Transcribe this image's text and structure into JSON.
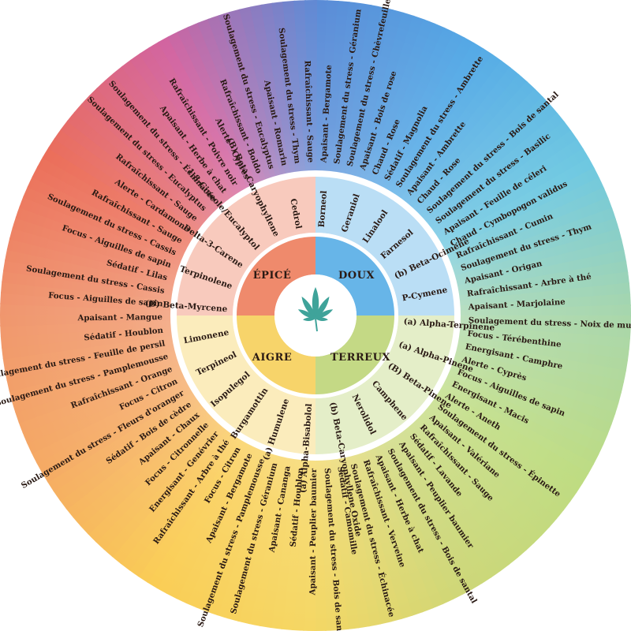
{
  "quadrants": {
    "epice": "ÉPICÉ",
    "doux": "DOUX",
    "aigre": "AIGRE",
    "terreux": "TERREUX"
  },
  "colors": {
    "epice": "#ef8a6c",
    "doux": "#67b5e8",
    "aigre": "#f7d46a",
    "terreux": "#c4d985",
    "leaf": "#3fa39a",
    "text": "#2a1a14"
  },
  "center_icon": "cannabis-leaf-icon",
  "terpenes": [
    "Borneol",
    "Geraniol",
    "Linalool",
    "Farnesol",
    "(b) Beta-Ocimene",
    "P-Cymene",
    "(a) Alpha-Terpinene",
    "(a) Alpha-Pinene",
    "(B) Beta-Pinene",
    "Camphene",
    "Nerolidol",
    "(b) Beta-Caryophyllene Oxide",
    "(a) Alpha-Bisabolol",
    "(a) Humulene",
    "Burgamottin",
    "Isopulegol",
    "Terpineol",
    "Limonene",
    "(B) Beta-Myrcene",
    "Terpinolene",
    "Delta-3-Carene",
    "1,8-Cineole/Eucalyptol",
    "(B) Beta-Caryophyllene",
    "Cedrol"
  ],
  "effects": [
    "Soulagement du stress - Géranium",
    "Soulagement du stress - Chèvrefeuille",
    "Apaisant - Bois de rose",
    "Chaud - Rose",
    "Sédatif - Magnolia",
    "Soulagement du stress - Ambrette",
    "Apaisant - Ambrette",
    "Chaud - Rose",
    "Soulagement du stress - Bois de santal",
    "Soulagement du stress - Basilic",
    "Apaisant - Feuille de céleri",
    "Chaud - Cymbopogon validus",
    "Rafraîchissant - Cumin",
    "Soulagement du stress - Thym",
    "Apaisant - Origan",
    "Rafraîchissant - Arbre à thé",
    "Apaisant - Marjolaine",
    "Soulagement du stress - Noix de muscade",
    "Focus - Térébenthine",
    "Energisant - Camphre",
    "Alerte - Cyprès",
    "Focus - Aiguilles de sapin",
    "Energisant - Macis",
    "Alerte - Aneth",
    "Soulagement du stress - Épinette",
    "Apaisant - Valériane",
    "Rafraîchissant - Sauge",
    "Sédatif - Lavande",
    "Apaisant - Peuplier baumier",
    "Soulagement du stress - Bois de santal",
    "Apaisant - Herbe à chat",
    "Rafraîchissant - Verveine",
    "Soulagement du stress - Échinacée",
    "Sédatif - Camomille",
    "Soulagement du stress - Bois de santal",
    "Apaisant - Peuplier baumier",
    "Sédatif - Houblon",
    "Apaisant - Cananga",
    "Soulagement du stress - Géranium",
    "Soulagement du stress - Pamplemousse",
    "Apaisant - Bergamote",
    "Focus - Citron",
    "Rafraîchissant - Arbre à thé",
    "Energisant - Genévrier",
    "Focus - Citronnelle",
    "Apaisant - Chaux",
    "Sédatif - Bois de cèdre",
    "Soulagement du stress - Fleurs d'oranger",
    "Focus - Citron",
    "Rafraîchissant - Orange",
    "Soulagement du stress - Pamplemousse",
    "Soulagement du stress - Feuille de persil",
    "Sédatif - Houblon",
    "Apaisant - Mangue",
    "Focus - Aiguilles de sapin",
    "Soulagement du stress - Cassis",
    "Sédatif - Lilas",
    "Focus - Aiguilles de sapin",
    "Soulagement du stress - Cassis",
    "Rafraîchissant - Sauge",
    "Alerte - Cardamone",
    "Rafraîchissant - Sauge",
    "Soulagement du stress - Eucalyptus",
    "Soulagement du stress - Échinacée",
    "Apaisant - Herbe à chat",
    "Rafraîchissant - Poivre noir",
    "Alerte - Cyprès",
    "Rafraîchissant - Boldo",
    "Soulagement du stress - Eucalyptus",
    "Apaisant - Romarin",
    "Soulagement du stress - Thym",
    "Rafraîchissant - Sauge",
    "Apaisant - Bergamote"
  ]
}
